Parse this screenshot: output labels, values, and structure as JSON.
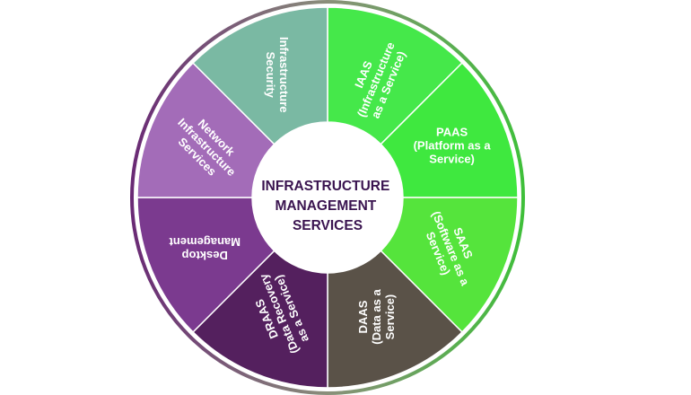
{
  "center": {
    "lines": [
      "INFRASTRUCTURE",
      "MANAGEMENT",
      "SERVICES"
    ],
    "color": "#3a1450"
  },
  "segments": [
    {
      "id": "iaas",
      "lines": [
        "IAAS",
        "(Infrastructure",
        "as a Service)"
      ],
      "color": "#45e84a"
    },
    {
      "id": "paas",
      "lines": [
        "PAAS",
        "(Platform as a",
        "Service)"
      ],
      "color": "#3fe83f"
    },
    {
      "id": "saas",
      "lines": [
        "SAAS",
        "(Software as a",
        "Service)"
      ],
      "color": "#55e43c"
    },
    {
      "id": "daas",
      "lines": [
        "DAAS",
        "(Data as a",
        "Service)"
      ],
      "color": "#5a5248"
    },
    {
      "id": "draas",
      "lines": [
        "DRAAS",
        "(Data Recovery",
        "as a Service)"
      ],
      "color": "#54205e"
    },
    {
      "id": "desktop-management",
      "lines": [
        "Desktop",
        "Management"
      ],
      "color": "#7b3a8f"
    },
    {
      "id": "network-infrastructure-services",
      "lines": [
        "Network",
        "Infrastructure",
        "Services"
      ],
      "color": "#a36cb8"
    },
    {
      "id": "infrastructure-security",
      "lines": [
        "Infrastructure",
        "Security"
      ],
      "color": "#7ab9a3"
    }
  ],
  "ring": {
    "stroke_left": "#6a2a75",
    "stroke_right": "#3fbf3a"
  }
}
